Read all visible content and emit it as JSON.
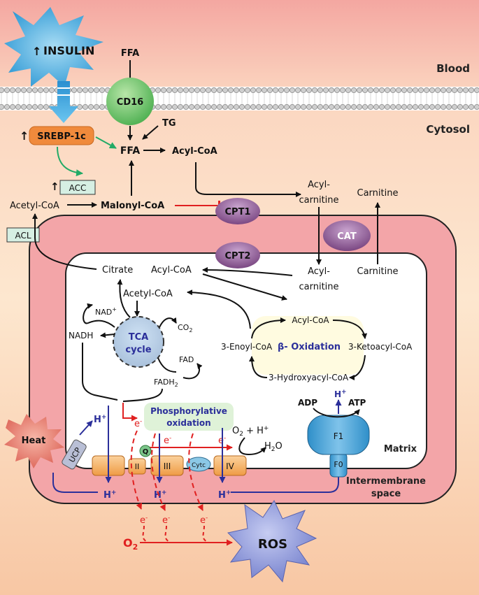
{
  "regions": {
    "blood": "Blood",
    "cytosol": "Cytosol",
    "matrix": "Matrix",
    "intermembrane_1": "Intermembrane",
    "intermembrane_2": "space"
  },
  "signals": {
    "insulin": "INSULIN",
    "srebp": "SREBP-1c",
    "acc": "ACC",
    "acl": "ACL",
    "up_arrow": "↑",
    "heat": "Heat",
    "ros": "ROS"
  },
  "metabolites": {
    "ffa_top": "FFA",
    "ffa": "FFA",
    "tg": "TG",
    "acyl_coa_cyto": "Acyl-CoA",
    "acetyl_coa_cyto": "Acetyl-CoA",
    "malonyl_coa": "Malonyl-CoA",
    "acylcarnitine_out_1": "Acyl-",
    "acylcarnitine_out_2": "carnitine",
    "carnitine_out": "Carnitine",
    "citrate": "Citrate",
    "acyl_coa_mito": "Acyl-CoA",
    "acylcarnitine_in_1": "Acyl-",
    "acylcarnitine_in_2": "carnitine",
    "carnitine_in": "Carnitine",
    "acetyl_coa_mito": "Acetyl-CoA",
    "nad": "NAD",
    "nad_sup": "+",
    "nadh": "NADH",
    "co2": "CO",
    "co2_sub": "2",
    "fad": "FAD",
    "fadh2": "FADH",
    "fadh2_sub": "2",
    "beta_acyl_coa": "Acyl-CoA",
    "enoyl_coa": "3-Enoyl-CoA",
    "ketoacyl_coa": "3-Ketoacyl-CoA",
    "hydroxyacyl_coa": "3-Hydroxyacyl-CoA",
    "o2_h": "O",
    "o2_h_sub": "2",
    "o2_h_rest": " + H",
    "o2_h_sup": "+",
    "h2o": "H",
    "h2o_sub": "2",
    "h2o_rest": "O",
    "adp": "ADP",
    "atp": "ATP",
    "o2": "O",
    "o2_sub": "2"
  },
  "proteins": {
    "cd16": "CD16",
    "cpt1": "CPT1",
    "cpt2": "CPT2",
    "cat": "CAT",
    "ucp": "UCP",
    "complex_1": "I",
    "complex_2": "II",
    "complex_3": "III",
    "complex_4": "IV",
    "q": "Q",
    "cytc": "Cytc",
    "f1": "F1",
    "f0": "F0"
  },
  "pathways": {
    "tca_1": "TCA",
    "tca_2": "cycle",
    "beta_ox": "β- Oxidation",
    "phos_1": "Phosphorylative",
    "phos_2": "oxidation"
  },
  "particles": {
    "electron": "e",
    "electron_sup": "-",
    "proton": "H",
    "proton_sup": "+"
  },
  "colors": {
    "blood_top": "#f5a9a3",
    "cytosol": "#fde3c8",
    "outer_membrane": "#f2a7aa",
    "matrix": "#ffffff",
    "insulin": "#3aa6dd",
    "srebp": "#f08a3c",
    "acc": "#d6efe3",
    "cd16": "#6cc06a",
    "cpt": "#8e5a93",
    "complex": "#f4b26a",
    "atp_synthase": "#4aa4d8",
    "ros": "#8a95d8",
    "red_arrow": "#e02020",
    "blue_arrow": "#2b2f9a",
    "green_arrow": "#22aa66"
  }
}
